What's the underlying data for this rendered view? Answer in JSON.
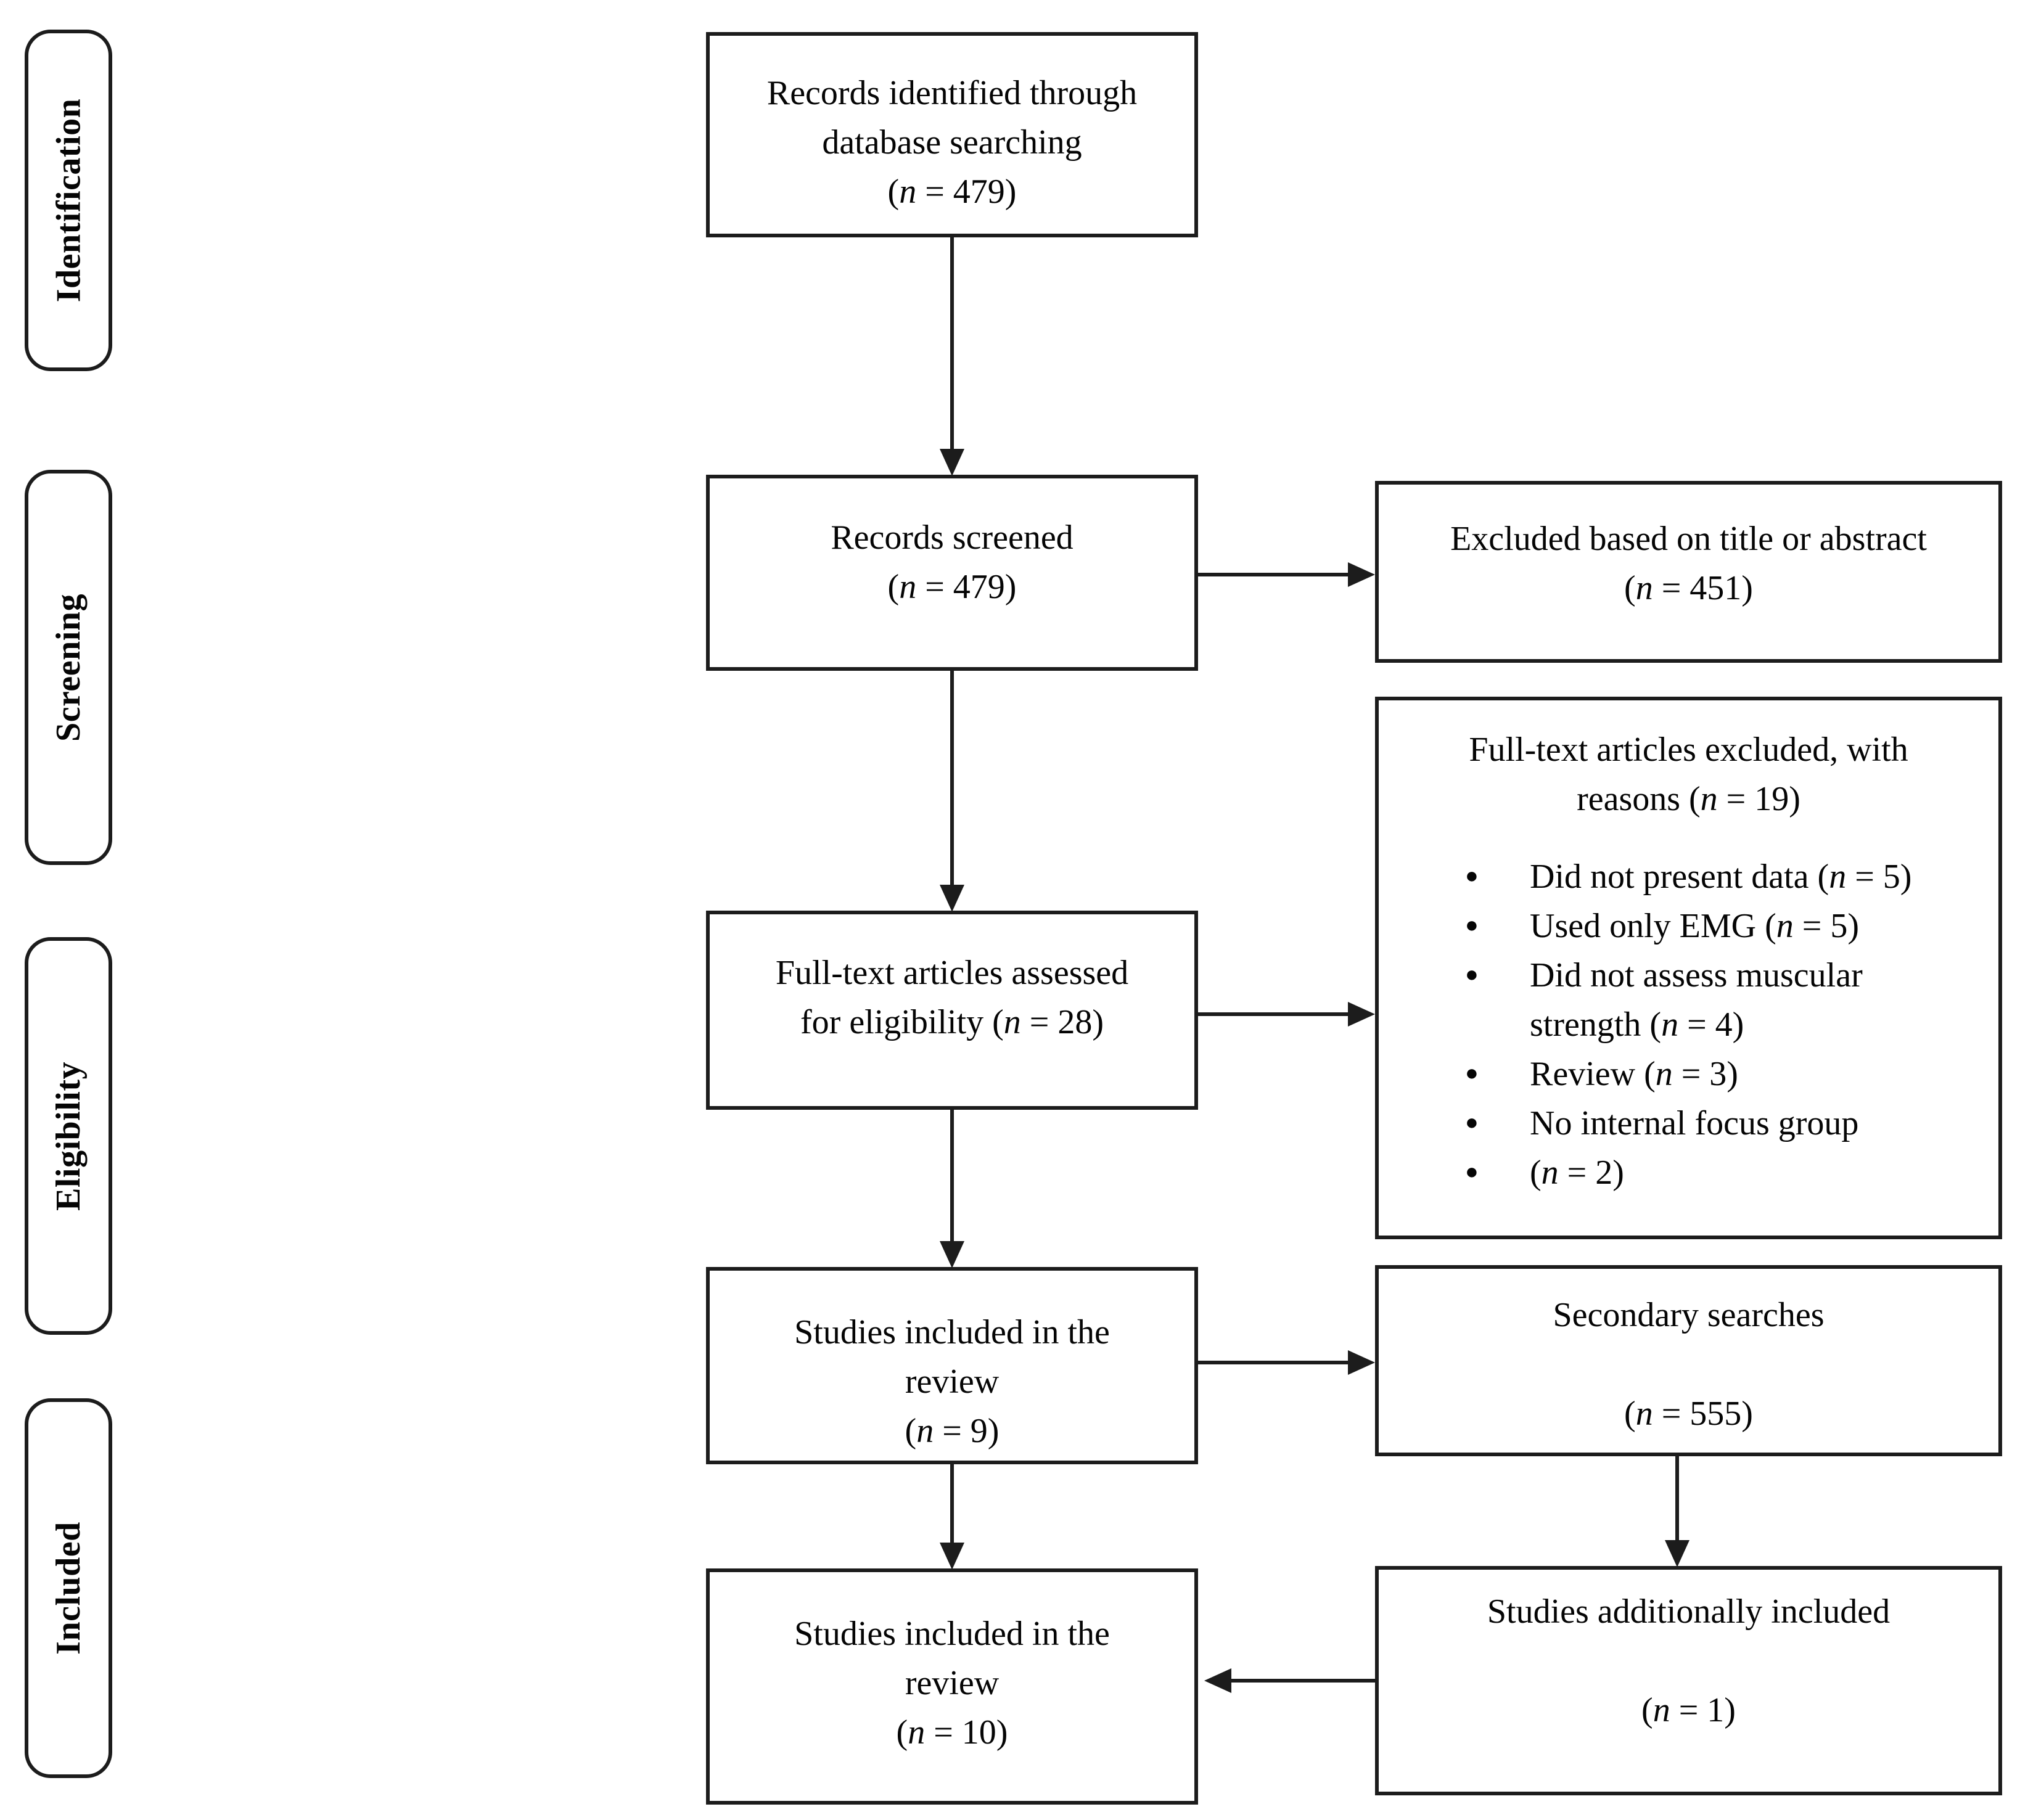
{
  "colors": {
    "ink": "#1c1c1c",
    "background": "#ffffff"
  },
  "sidebar_stages": [
    {
      "label": "Identification"
    },
    {
      "label": "Screening"
    },
    {
      "label": "Eligibility"
    },
    {
      "label": "Included"
    }
  ],
  "flow_boxes": {
    "records_identified": {
      "lines": [
        "Records identified through",
        "database searching",
        "(n = 479)"
      ]
    },
    "records_screened": {
      "lines": [
        "Records screened",
        "(n = 479)"
      ]
    },
    "excluded_title_abstract": {
      "lines": [
        "Excluded based on title or abstract",
        "(n = 451)"
      ]
    },
    "fulltext_assessed": {
      "lines": [
        "Full-text articles assessed",
        "for eligibility (n = 28)"
      ]
    },
    "fulltext_excluded": {
      "title_lines": [
        "Full-text articles excluded, with",
        "reasons (n = 19)"
      ],
      "bullets": [
        "Did not present data (n = 5)",
        "Used only EMG (n = 5)",
        "Did not assess muscular strength (n = 4)",
        "Review (n = 3)",
        "No internal focus group",
        "(n = 2)"
      ]
    },
    "studies_included_review_9": {
      "lines": [
        "Studies included in the",
        "review",
        "(n = 9)"
      ]
    },
    "secondary_searches": {
      "lines": [
        "Secondary searches",
        "",
        "(n = 555)"
      ]
    },
    "studies_included_review_10": {
      "lines": [
        "Studies included in the",
        "review",
        "(n = 10)"
      ]
    },
    "studies_additionally_included": {
      "lines": [
        "Studies additionally included",
        "",
        "(n = 1)"
      ]
    }
  }
}
